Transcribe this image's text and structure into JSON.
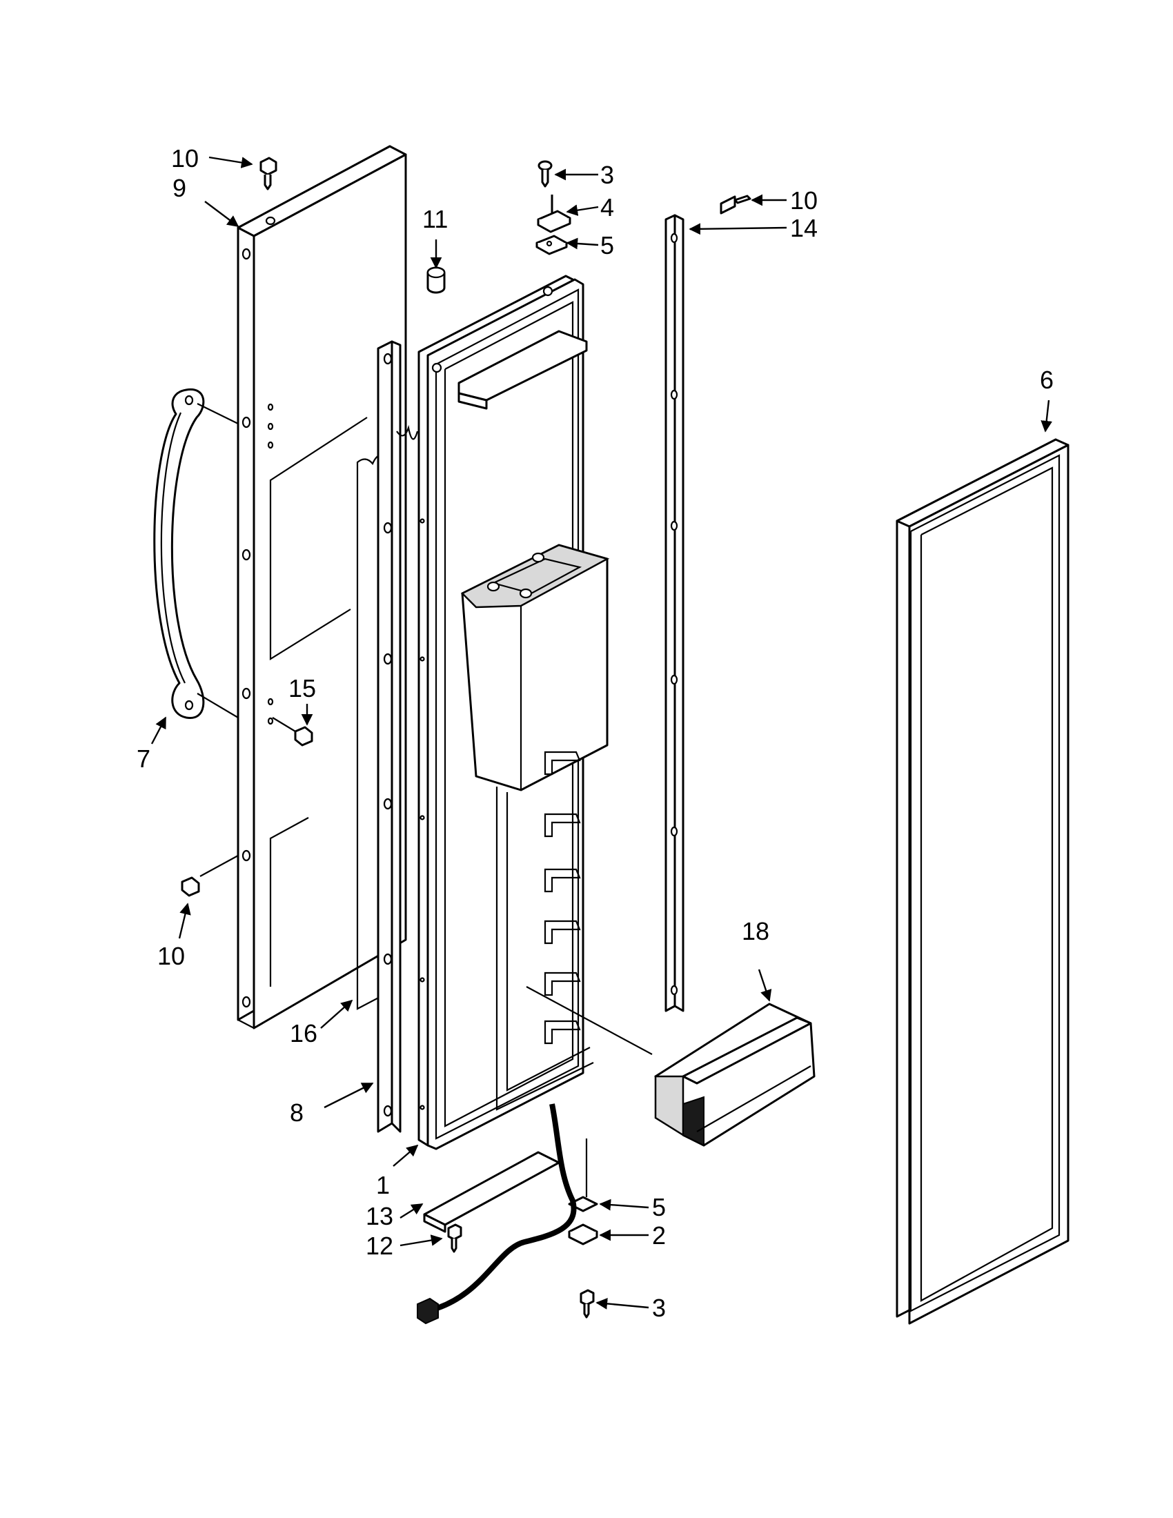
{
  "diagram": {
    "callouts": [
      {
        "id": "c-10-top",
        "label": "10"
      },
      {
        "id": "c-9",
        "label": "9"
      },
      {
        "id": "c-3-top",
        "label": "3"
      },
      {
        "id": "c-4",
        "label": "4"
      },
      {
        "id": "c-5-top",
        "label": "5"
      },
      {
        "id": "c-10-right",
        "label": "10"
      },
      {
        "id": "c-14",
        "label": "14"
      },
      {
        "id": "c-11",
        "label": "11"
      },
      {
        "id": "c-6",
        "label": "6"
      },
      {
        "id": "c-15",
        "label": "15"
      },
      {
        "id": "c-7",
        "label": "7"
      },
      {
        "id": "c-10-left",
        "label": "10"
      },
      {
        "id": "c-18",
        "label": "18"
      },
      {
        "id": "c-16",
        "label": "16"
      },
      {
        "id": "c-8",
        "label": "8"
      },
      {
        "id": "c-1",
        "label": "1"
      },
      {
        "id": "c-13",
        "label": "13"
      },
      {
        "id": "c-12",
        "label": "12"
      },
      {
        "id": "c-5-bottom",
        "label": "5"
      },
      {
        "id": "c-2",
        "label": "2"
      },
      {
        "id": "c-3-bottom",
        "label": "3"
      }
    ]
  }
}
